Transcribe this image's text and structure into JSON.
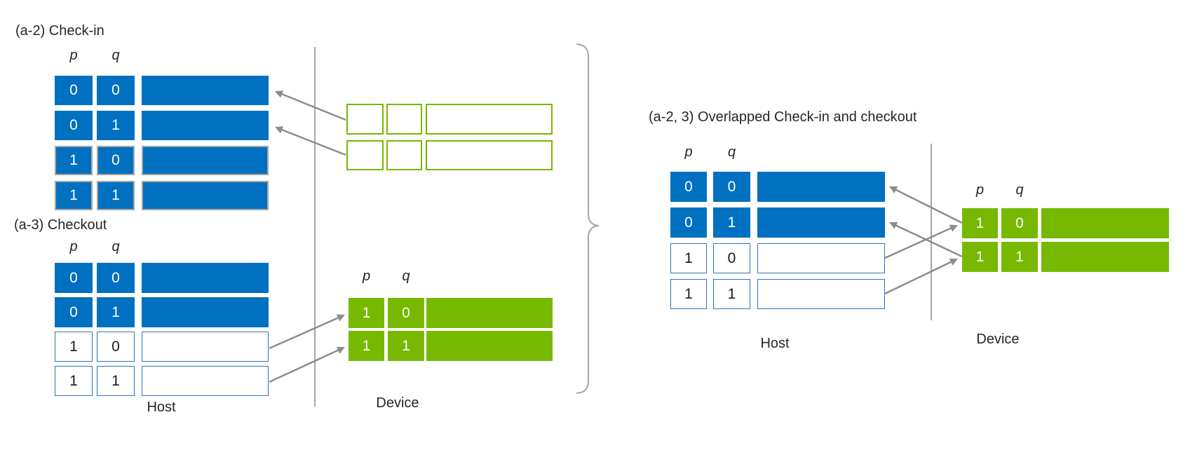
{
  "colors": {
    "host_fill_blue": "#0070C0",
    "device_green": "#76B900",
    "stale_border_gray": "#A6A6A6",
    "arrow_gray": "#8C8C8C",
    "empty_cell_border_blue": "#2E75B6"
  },
  "left": {
    "checkin": {
      "title": "(a-2) Check-in",
      "col_p": "p",
      "col_q": "q",
      "host_rows": [
        {
          "p": "0",
          "q": "0"
        },
        {
          "p": "0",
          "q": "1"
        },
        {
          "p": "1",
          "q": "0"
        },
        {
          "p": "1",
          "q": "1"
        }
      ]
    },
    "checkout": {
      "title": "(a-3) Checkout",
      "col_p": "p",
      "col_q": "q",
      "host_rows": [
        {
          "p": "0",
          "q": "0"
        },
        {
          "p": "0",
          "q": "1"
        },
        {
          "p": "1",
          "q": "0"
        },
        {
          "p": "1",
          "q": "1"
        }
      ],
      "device": {
        "col_p": "p",
        "col_q": "q",
        "rows": [
          {
            "p": "1",
            "q": "0"
          },
          {
            "p": "1",
            "q": "1"
          }
        ]
      }
    },
    "host_label": "Host",
    "device_label": "Device"
  },
  "right": {
    "title": "(a-2, 3) Overlapped Check-in and checkout",
    "host": {
      "col_p": "p",
      "col_q": "q",
      "rows": [
        {
          "p": "0",
          "q": "0"
        },
        {
          "p": "0",
          "q": "1"
        },
        {
          "p": "1",
          "q": "0"
        },
        {
          "p": "1",
          "q": "1"
        }
      ]
    },
    "device": {
      "col_p": "p",
      "col_q": "q",
      "rows": [
        {
          "p": "1",
          "q": "0"
        },
        {
          "p": "1",
          "q": "1"
        }
      ]
    },
    "host_label": "Host",
    "device_label": "Device"
  }
}
